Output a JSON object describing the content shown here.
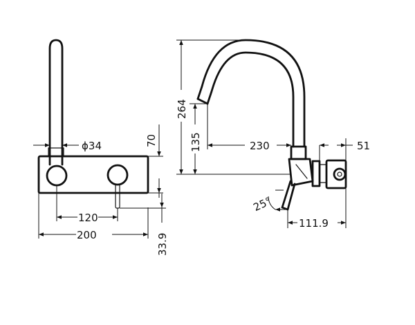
{
  "dimensions": {
    "front_spout_diameter": "ϕ34",
    "front_plate_height": "70",
    "front_center_spacing": "120",
    "front_plate_width": "200",
    "front_plate_depth": "33.9",
    "side_total_height": "264",
    "side_outlet_height": "135",
    "side_reach": "230",
    "side_body_depth": "51",
    "side_lever_angle": "25°",
    "side_lever_depth": "111.9"
  }
}
